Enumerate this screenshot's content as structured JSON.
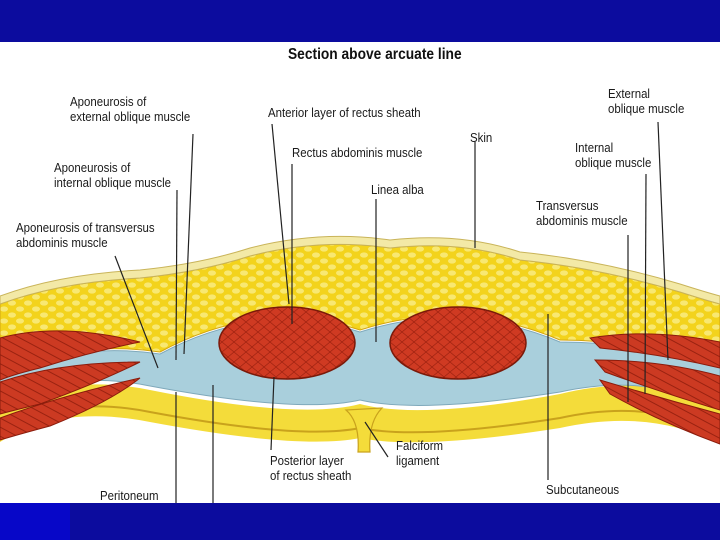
{
  "slide": {
    "colors": {
      "frame": "#0c0c9e",
      "accent": "#0707c8",
      "fat": "#f2d21a",
      "muscle": "#c8321e",
      "fascia": "#9cc4d4",
      "skin": "#efe39a"
    }
  },
  "figure": {
    "title": "Section above arcuate line",
    "labels": {
      "aponeurosis_external_oblique": [
        "Aponeurosis of",
        "external oblique muscle"
      ],
      "aponeurosis_internal_oblique": [
        "Aponeurosis of",
        "internal oblique muscle"
      ],
      "aponeurosis_transversus": [
        "Aponeurosis of transversus",
        "abdominis muscle"
      ],
      "anterior_layer_rectus_sheath": "Anterior layer of rectus sheath",
      "rectus_abdominis": "Rectus abdominis muscle",
      "linea_alba": "Linea alba",
      "skin": "Skin",
      "external_oblique": [
        "External",
        "oblique muscle"
      ],
      "internal_oblique": [
        "Internal",
        "oblique muscle"
      ],
      "transversus_abdominis": [
        "Transversus",
        "abdominis muscle"
      ],
      "posterior_layer_rectus_sheath": [
        "Posterior layer",
        "of rectus sheath"
      ],
      "falciform_ligament": [
        "Falciform",
        "ligament"
      ],
      "peritoneum": "Peritoneum",
      "subcutaneous": "Subcutaneous"
    }
  }
}
